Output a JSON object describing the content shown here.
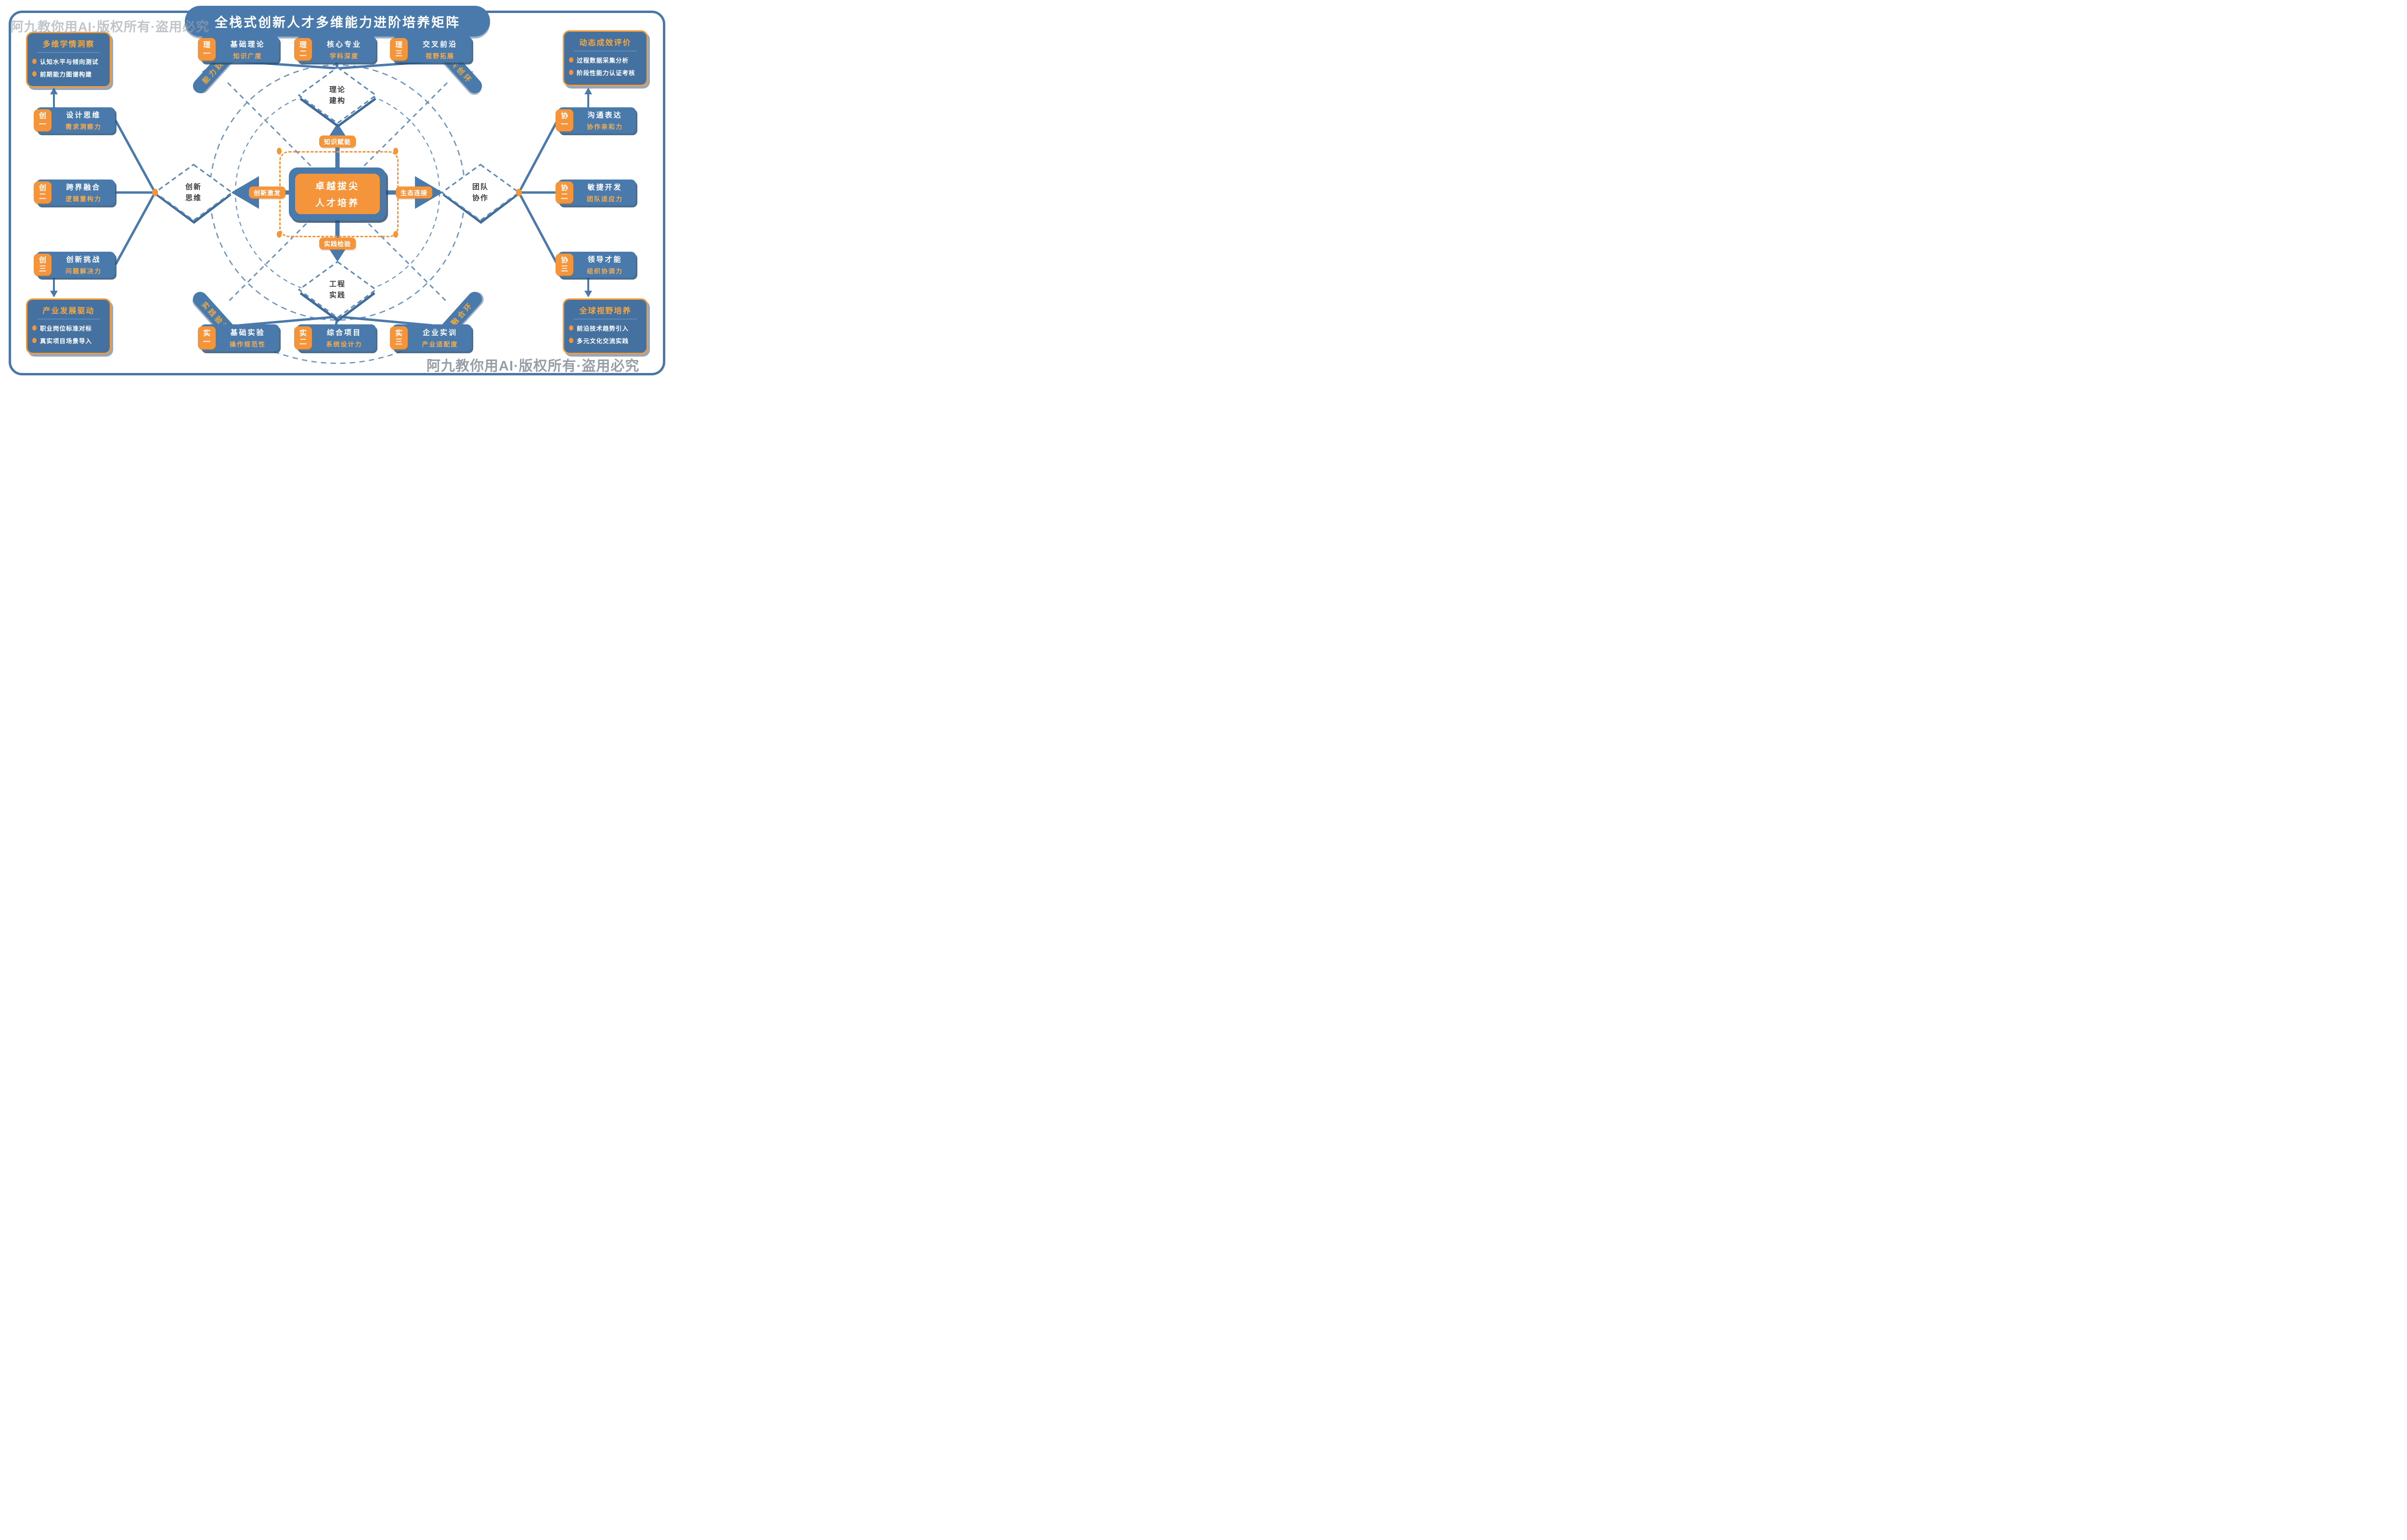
{
  "page": {
    "title": "全栈式创新人才多维能力进阶培养矩阵",
    "watermark": "阿九教你用AI·版权所有·盗用必究"
  },
  "colors": {
    "primary_blue": "#4a7aab",
    "corner_blue": "#44719F",
    "accent_orange": "#F5953B",
    "orange_text": "#F7A83F",
    "dash_blue": "#5f8bb8"
  },
  "center": {
    "line1": "卓越拔尖",
    "line2": "人才培养"
  },
  "hub_labels": {
    "top": "知识赋能",
    "bottom": "实践检验",
    "left": "创新激发",
    "right": "生态连接"
  },
  "diamonds": {
    "top": {
      "l1": "理论",
      "l2": "建构"
    },
    "bottom": {
      "l1": "工程",
      "l2": "实践"
    },
    "left": {
      "l1": "创新",
      "l2": "思维"
    },
    "right": {
      "l1": "团队",
      "l2": "协作"
    }
  },
  "ribbons": {
    "top_left": "能力跃迁环",
    "top_right": "协同共创环",
    "bottom_left": "实践验证环",
    "bottom_right": "全球融合环"
  },
  "corner_boxes": {
    "top_left": {
      "title": "多维学情洞察",
      "bullets": [
        "认知水平与倾向测试",
        "前期能力图谱构建"
      ]
    },
    "top_right": {
      "title": "动态成效评价",
      "bullets": [
        "过程数据采集分析",
        "阶段性能力认证考核"
      ]
    },
    "bottom_left": {
      "title": "产业发展驱动",
      "bullets": [
        "职业岗位标准对标",
        "真实项目场景导入"
      ]
    },
    "bottom_right": {
      "title": "全球视野培养",
      "bullets": [
        "前沿技术趋势引入",
        "多元文化交流实践"
      ]
    }
  },
  "stages": {
    "top": [
      {
        "badge": "理一",
        "title": "基础理论",
        "subtitle": "知识广度"
      },
      {
        "badge": "理二",
        "title": "核心专业",
        "subtitle": "学科深度"
      },
      {
        "badge": "理三",
        "title": "交叉前沿",
        "subtitle": "视野拓展"
      }
    ],
    "bottom": [
      {
        "badge": "实一",
        "title": "基础实验",
        "subtitle": "操作规范性"
      },
      {
        "badge": "实二",
        "title": "综合项目",
        "subtitle": "系统设计力"
      },
      {
        "badge": "实三",
        "title": "企业实训",
        "subtitle": "产业适配度"
      }
    ],
    "left": [
      {
        "badge": "创一",
        "title": "设计思维",
        "subtitle": "需求洞察力"
      },
      {
        "badge": "创二",
        "title": "跨界融合",
        "subtitle": "逻辑重构力"
      },
      {
        "badge": "创三",
        "title": "创新挑战",
        "subtitle": "问题解决力"
      }
    ],
    "right": [
      {
        "badge": "协一",
        "title": "沟通表达",
        "subtitle": "协作亲和力"
      },
      {
        "badge": "协二",
        "title": "敏捷开发",
        "subtitle": "团队适应力"
      },
      {
        "badge": "协三",
        "title": "领导才能",
        "subtitle": "组织协调力"
      }
    ]
  }
}
